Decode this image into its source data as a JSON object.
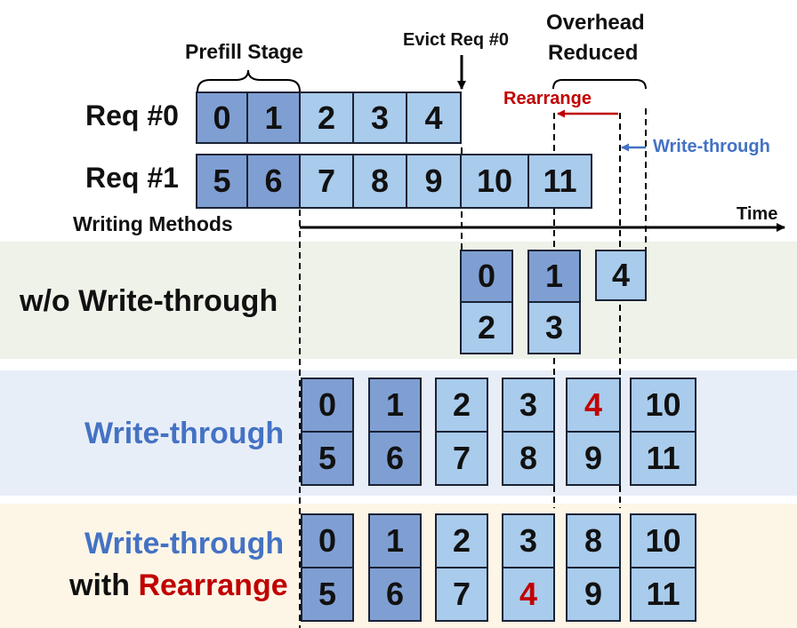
{
  "labels": {
    "prefill_stage": "Prefill Stage",
    "evict_req": "Evict Req #0",
    "overhead_line1": "Overhead",
    "overhead_line2": "Reduced",
    "rearrange_arrow": "Rearrange",
    "write_through_arrow": "Write-through",
    "time": "Time",
    "writing_methods": "Writing Methods"
  },
  "requests": [
    {
      "name": "Req #0",
      "blocks": [
        "0",
        "1",
        "2",
        "3",
        "4"
      ],
      "prefill_count": 2
    },
    {
      "name": "Req #1",
      "blocks": [
        "5",
        "6",
        "7",
        "8",
        "9",
        "10",
        "11"
      ],
      "prefill_count": 2
    }
  ],
  "methods": {
    "wo_write_through": {
      "label": "w/o Write-through",
      "groups": [
        [
          "0",
          "2"
        ],
        [
          "1",
          "3"
        ],
        [
          "4"
        ]
      ]
    },
    "write_through": {
      "label": "Write-through",
      "groups": [
        [
          "0",
          "5"
        ],
        [
          "1",
          "6"
        ],
        [
          "2",
          "7"
        ],
        [
          "3",
          "8"
        ],
        [
          "4",
          "9"
        ],
        [
          "10",
          "11"
        ]
      ],
      "highlight": [
        "4"
      ]
    },
    "write_through_rearrange": {
      "label_line1": "Write-through",
      "label_line2_prefix": "with",
      "label_line2_highlight": "Rearrange",
      "groups": [
        [
          "0",
          "5"
        ],
        [
          "1",
          "6"
        ],
        [
          "2",
          "7"
        ],
        [
          "3",
          "4"
        ],
        [
          "8",
          "9"
        ],
        [
          "10",
          "11"
        ]
      ],
      "highlight": [
        "4"
      ]
    }
  },
  "colors": {
    "prefill_block": "#7f9fd3",
    "decode_block": "#a9cbec",
    "method_blue": "#4472c4",
    "highlight_red": "#c00000",
    "band_green": "#eef2e9",
    "band_blue": "#e8eef7",
    "band_yellow": "#fdf6e6"
  }
}
